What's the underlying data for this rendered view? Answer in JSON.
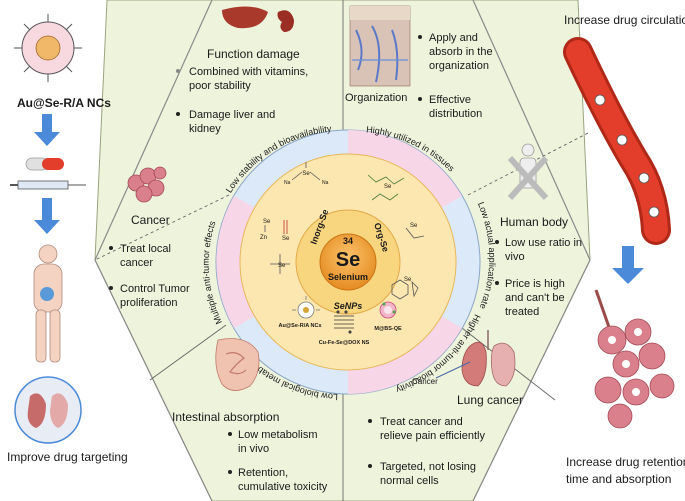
{
  "left_panel": {
    "nc_label": "Au@Se-R/A NCs",
    "caption": "Improve drug targeting"
  },
  "right_panel": {
    "top_caption": "Increase drug circulation",
    "bottom_caption_line1": "Increase drug retention",
    "bottom_caption_line2": "time and absorption"
  },
  "sectors": {
    "function_damage": {
      "title": "Function damage",
      "b1_l1": "Combined with vitamins,",
      "b1_l2": "poor stability",
      "b2_l1": "Damage liver and",
      "b2_l2": "kidney"
    },
    "organization": {
      "title": "Organization",
      "b1_l1": "Apply and",
      "b1_l2": "absorb in the",
      "b1_l3": "organization",
      "b2_l1": "Effective",
      "b2_l2": "distribution"
    },
    "cancer": {
      "title": "Cancer",
      "b1_l1": "Treat local",
      "b1_l2": "cancer",
      "b2_l1": "Control Tumor",
      "b2_l2": "proliferation"
    },
    "human_body": {
      "title": "Human body",
      "b1_l1": "Low use ratio in",
      "b1_l2": "vivo",
      "b2_l1": "Price is high",
      "b2_l2": "and can't be",
      "b2_l3": "treated"
    },
    "intestinal": {
      "title": "Intestinal absorption",
      "b1_l1": "Low metabolism",
      "b1_l2": "in vivo",
      "b2_l1": "Retention,",
      "b2_l2": "cumulative toxicity"
    },
    "lung": {
      "title": "Lung cancer",
      "tag": "Cancer",
      "b1_l1": "Treat cancer and",
      "b1_l2": "relieve pain efficiently",
      "b2_l1": "Targeted, not losing",
      "b2_l2": "normal cells"
    }
  },
  "ring": {
    "top_left": "Low stability and bioavailability",
    "top_right": "Highly utilized in tissues",
    "right": "Low actual application rate",
    "bottom_right": "Higher anti-tumor bioactivity",
    "bottom_left": "Low biological metabolic rate",
    "left": "Multiple anti-tumor effects"
  },
  "core": {
    "atomic_number": "34",
    "symbol": "Se",
    "name": "Selenium",
    "inorg": "Inorg-Se",
    "org": "Org-Se",
    "senps": "SeNPs"
  },
  "chem_labels": {
    "na1": "Na",
    "na2": "Na",
    "se_a": "Se",
    "se_zn": "Se",
    "zn": "Zn",
    "se_o": "Se",
    "se_sel": "Se",
    "se_org1": "Se",
    "se_org2": "Se",
    "se_org3": "Se"
  },
  "nanoparticles": {
    "au": "Au@Se-R/A NCs",
    "cu": "Cu-Fe-Se@DOX NS",
    "m": "M@BS-QE"
  },
  "colors": {
    "hex_bg": "#eef3dc",
    "ring_blue": "#dce9f8",
    "ring_pink": "#f7d6e7",
    "disk_outer": "#fde7b0",
    "disk_inner": "#f8d67f",
    "core": "#f0a33b",
    "arrow": "#4a8ad8",
    "vessel": "#e23e2b"
  }
}
